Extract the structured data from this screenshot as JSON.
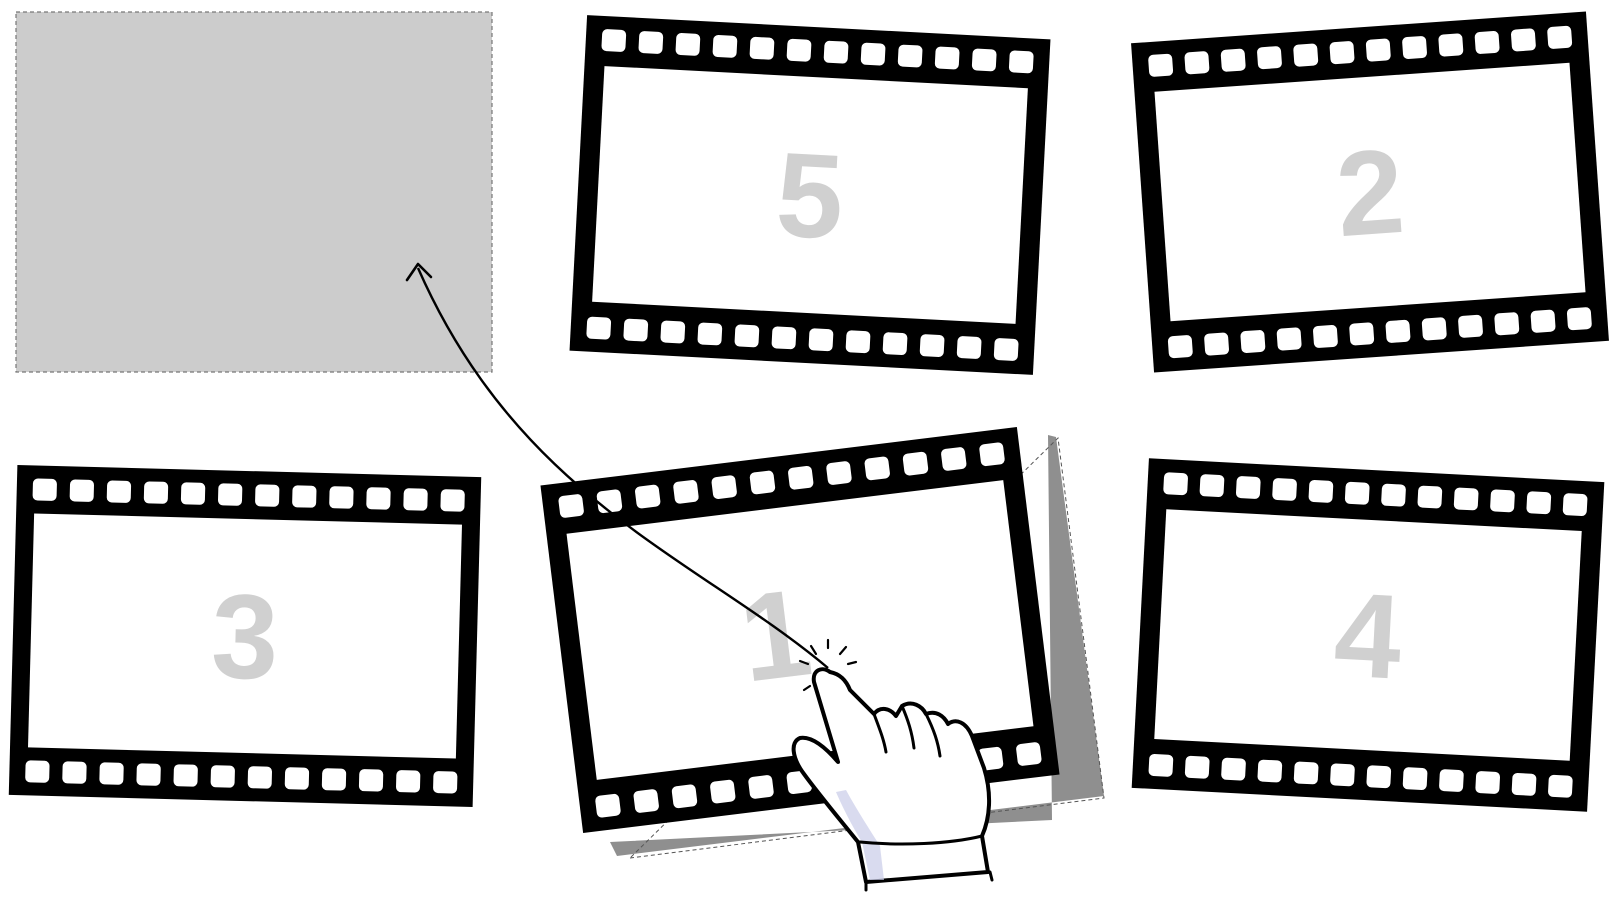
{
  "frames": [
    {
      "label": "5",
      "role": "film-frame"
    },
    {
      "label": "2",
      "role": "film-frame"
    },
    {
      "label": "3",
      "role": "film-frame"
    },
    {
      "label": "1",
      "role": "film-frame-being-dragged"
    },
    {
      "label": "4",
      "role": "film-frame"
    }
  ],
  "drop_target": {
    "state": "empty-slot"
  },
  "pointer": {
    "icon": "hand-pointer-icon",
    "gesture": "tap-and-drag"
  },
  "colors": {
    "film": "#000000",
    "frame_inner": "#ffffff",
    "number": "#d0d0d0",
    "drop_slot": "#cccccc",
    "drag_shadow": "#8f8f8f",
    "arrow": "#000000"
  }
}
